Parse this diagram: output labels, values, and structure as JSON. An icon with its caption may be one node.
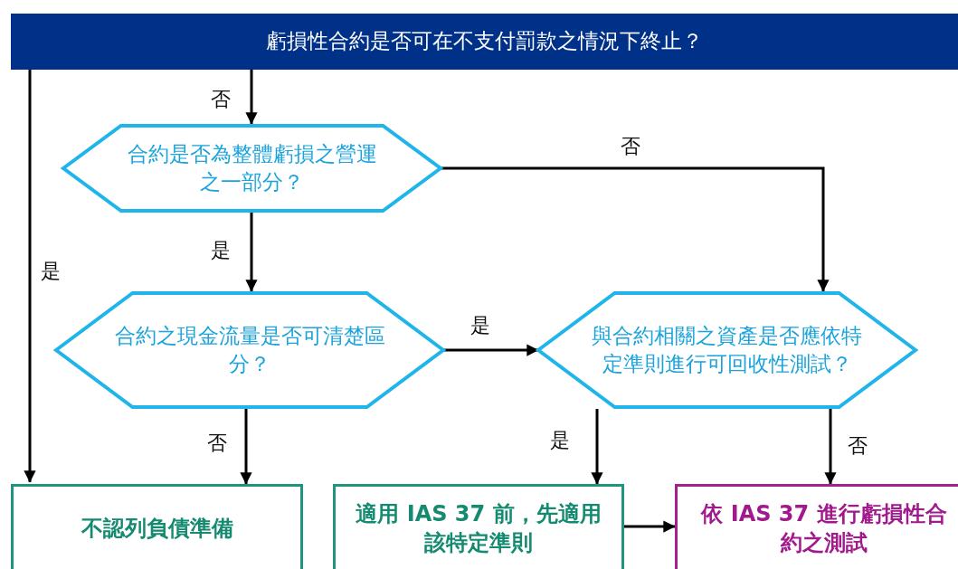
{
  "diagram": {
    "nodes": [
      {
        "text": [
          "虧損性合約是否可在不支付罰款之情況下終止？"
        ]
      },
      {
        "text": [
          "合約是否為整體虧損之營運之一部分？"
        ]
      },
      {
        "text": [
          "合約之現金流量是否可清楚區分？"
        ]
      },
      {
        "text": [
          "與合約相關之資產是否應依特定準則進行可回收性測試？"
        ]
      },
      {
        "text": [
          "不認列負債準備"
        ]
      },
      {
        "text": [
          "適用 IAS 37 前，先適用該特定準則"
        ]
      },
      {
        "text": [
          "依 IAS 37 進行虧損性合約之測試"
        ]
      }
    ],
    "edges": [
      {
        "from": 0,
        "to": 1,
        "arrow": "to",
        "label": "否"
      },
      {
        "from": 0,
        "to": 4,
        "arrow": "to",
        "label": "是"
      },
      {
        "from": 1,
        "to": 3,
        "arrow": "to",
        "label": "否"
      },
      {
        "from": 1,
        "to": 2,
        "arrow": "to",
        "label": "是"
      },
      {
        "from": 2,
        "to": 3,
        "arrow": "to",
        "label": "是"
      },
      {
        "from": 2,
        "to": 4,
        "arrow": "to",
        "label": "否"
      },
      {
        "from": 3,
        "to": 5,
        "arrow": "to",
        "label": "是"
      },
      {
        "from": 3,
        "to": 6,
        "arrow": "to",
        "label": "否"
      },
      {
        "from": 5,
        "to": 6,
        "arrow": "to"
      }
    ]
  }
}
